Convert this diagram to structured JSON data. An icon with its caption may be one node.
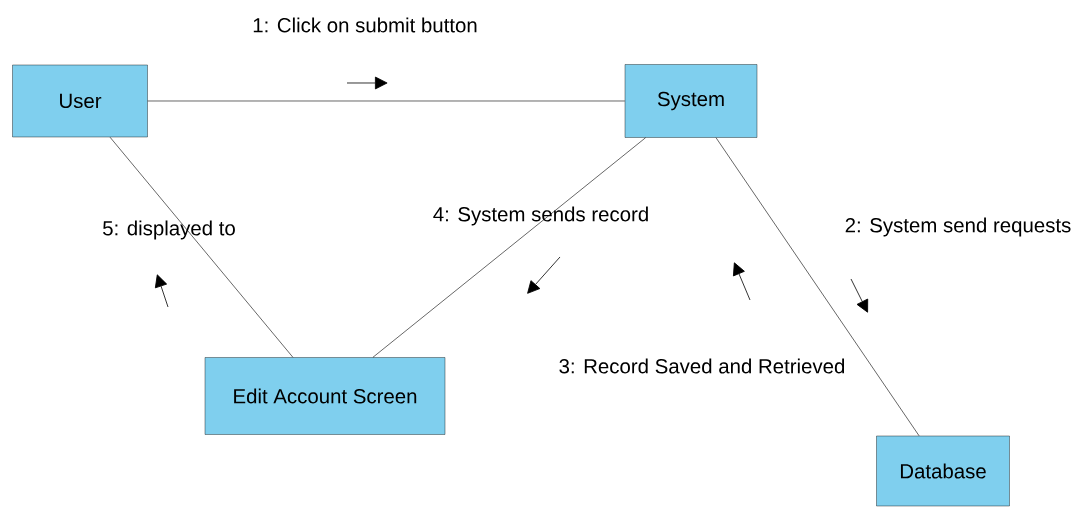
{
  "diagram": {
    "nodes": [
      {
        "text": [
          "User"
        ]
      },
      {
        "text": [
          "System"
        ]
      },
      {
        "text": [
          "Edit Account Screen"
        ]
      },
      {
        "text": [
          "Database"
        ]
      }
    ],
    "edges": [
      {
        "from": 0,
        "to": 1,
        "arrow": "none",
        "label": "1: Click on submit button"
      },
      {
        "from": 1,
        "to": 3,
        "arrow": "none",
        "label": "2: System send requests"
      },
      {
        "from": 1,
        "to": 2,
        "arrow": "none",
        "label": "4: System sends record"
      },
      {
        "from": 2,
        "to": 0,
        "arrow": "none",
        "label": "5: displayed to"
      }
    ],
    "labels": [
      "3: Record Saved and Retrieved"
    ]
  }
}
